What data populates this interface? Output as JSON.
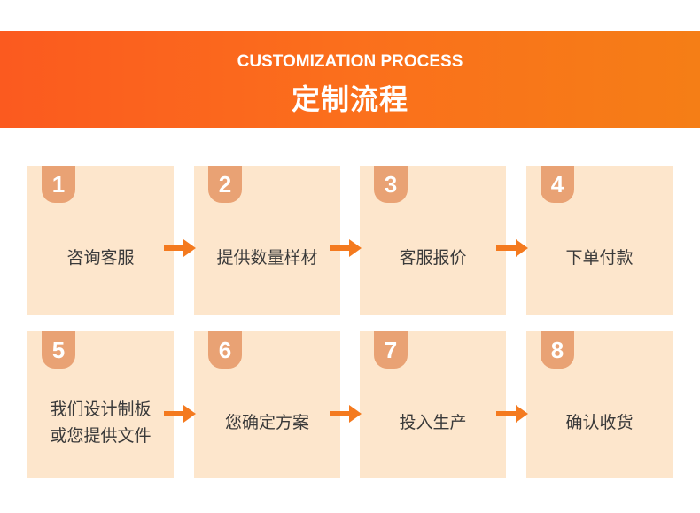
{
  "header": {
    "title_en": "CUSTOMIZATION PROCESS",
    "title_zh": "定制流程"
  },
  "colors": {
    "banner_start": "#fb5a1f",
    "banner_end": "#f57e16",
    "card_bg": "#fde6cc",
    "tab_bg": "#e9a274",
    "arrow": "#f47a1f"
  },
  "steps": [
    {
      "number": "1",
      "label": "咨询客服"
    },
    {
      "number": "2",
      "label": "提供数量样材"
    },
    {
      "number": "3",
      "label": "客服报价"
    },
    {
      "number": "4",
      "label": "下单付款"
    },
    {
      "number": "5",
      "label": "我们设计制板\n或您提供文件"
    },
    {
      "number": "6",
      "label": "您确定方案"
    },
    {
      "number": "7",
      "label": "投入生产"
    },
    {
      "number": "8",
      "label": "确认收货"
    }
  ],
  "icons": {
    "arrow": "arrow-right-icon"
  }
}
